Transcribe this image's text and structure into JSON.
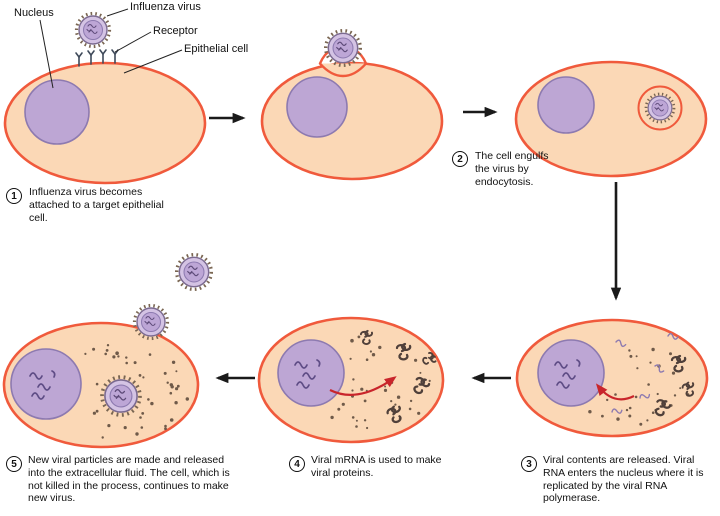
{
  "callouts": {
    "nucleus": "Nucleus",
    "influenza_virus": "Influenza virus",
    "receptor": "Receptor",
    "epithelial_cell": "Epithelial cell"
  },
  "steps": [
    {
      "number": "1",
      "text": "Influenza virus becomes attached to a target epithelial cell."
    },
    {
      "number": "2",
      "text": "The cell engulfs the virus by endocytosis."
    },
    {
      "number": "3",
      "text": "Viral contents are released. Viral RNA enters the nucleus where it is replicated by the viral RNA polymerase."
    },
    {
      "number": "4",
      "text": "Viral mRNA is used to make viral proteins."
    },
    {
      "number": "5",
      "text": "New viral particles are made and released into the extracellular fluid. The cell, which is not killed in the process, continues to make new virus."
    }
  ],
  "colors": {
    "cell_fill": "#fbd8b6",
    "cell_stroke": "#f05a3c",
    "nucleus_fill": "#bda6d4",
    "nucleus_stroke": "#8d7ab0",
    "dot_color": "#6f5a49",
    "red_arrow": "#c9252b"
  }
}
